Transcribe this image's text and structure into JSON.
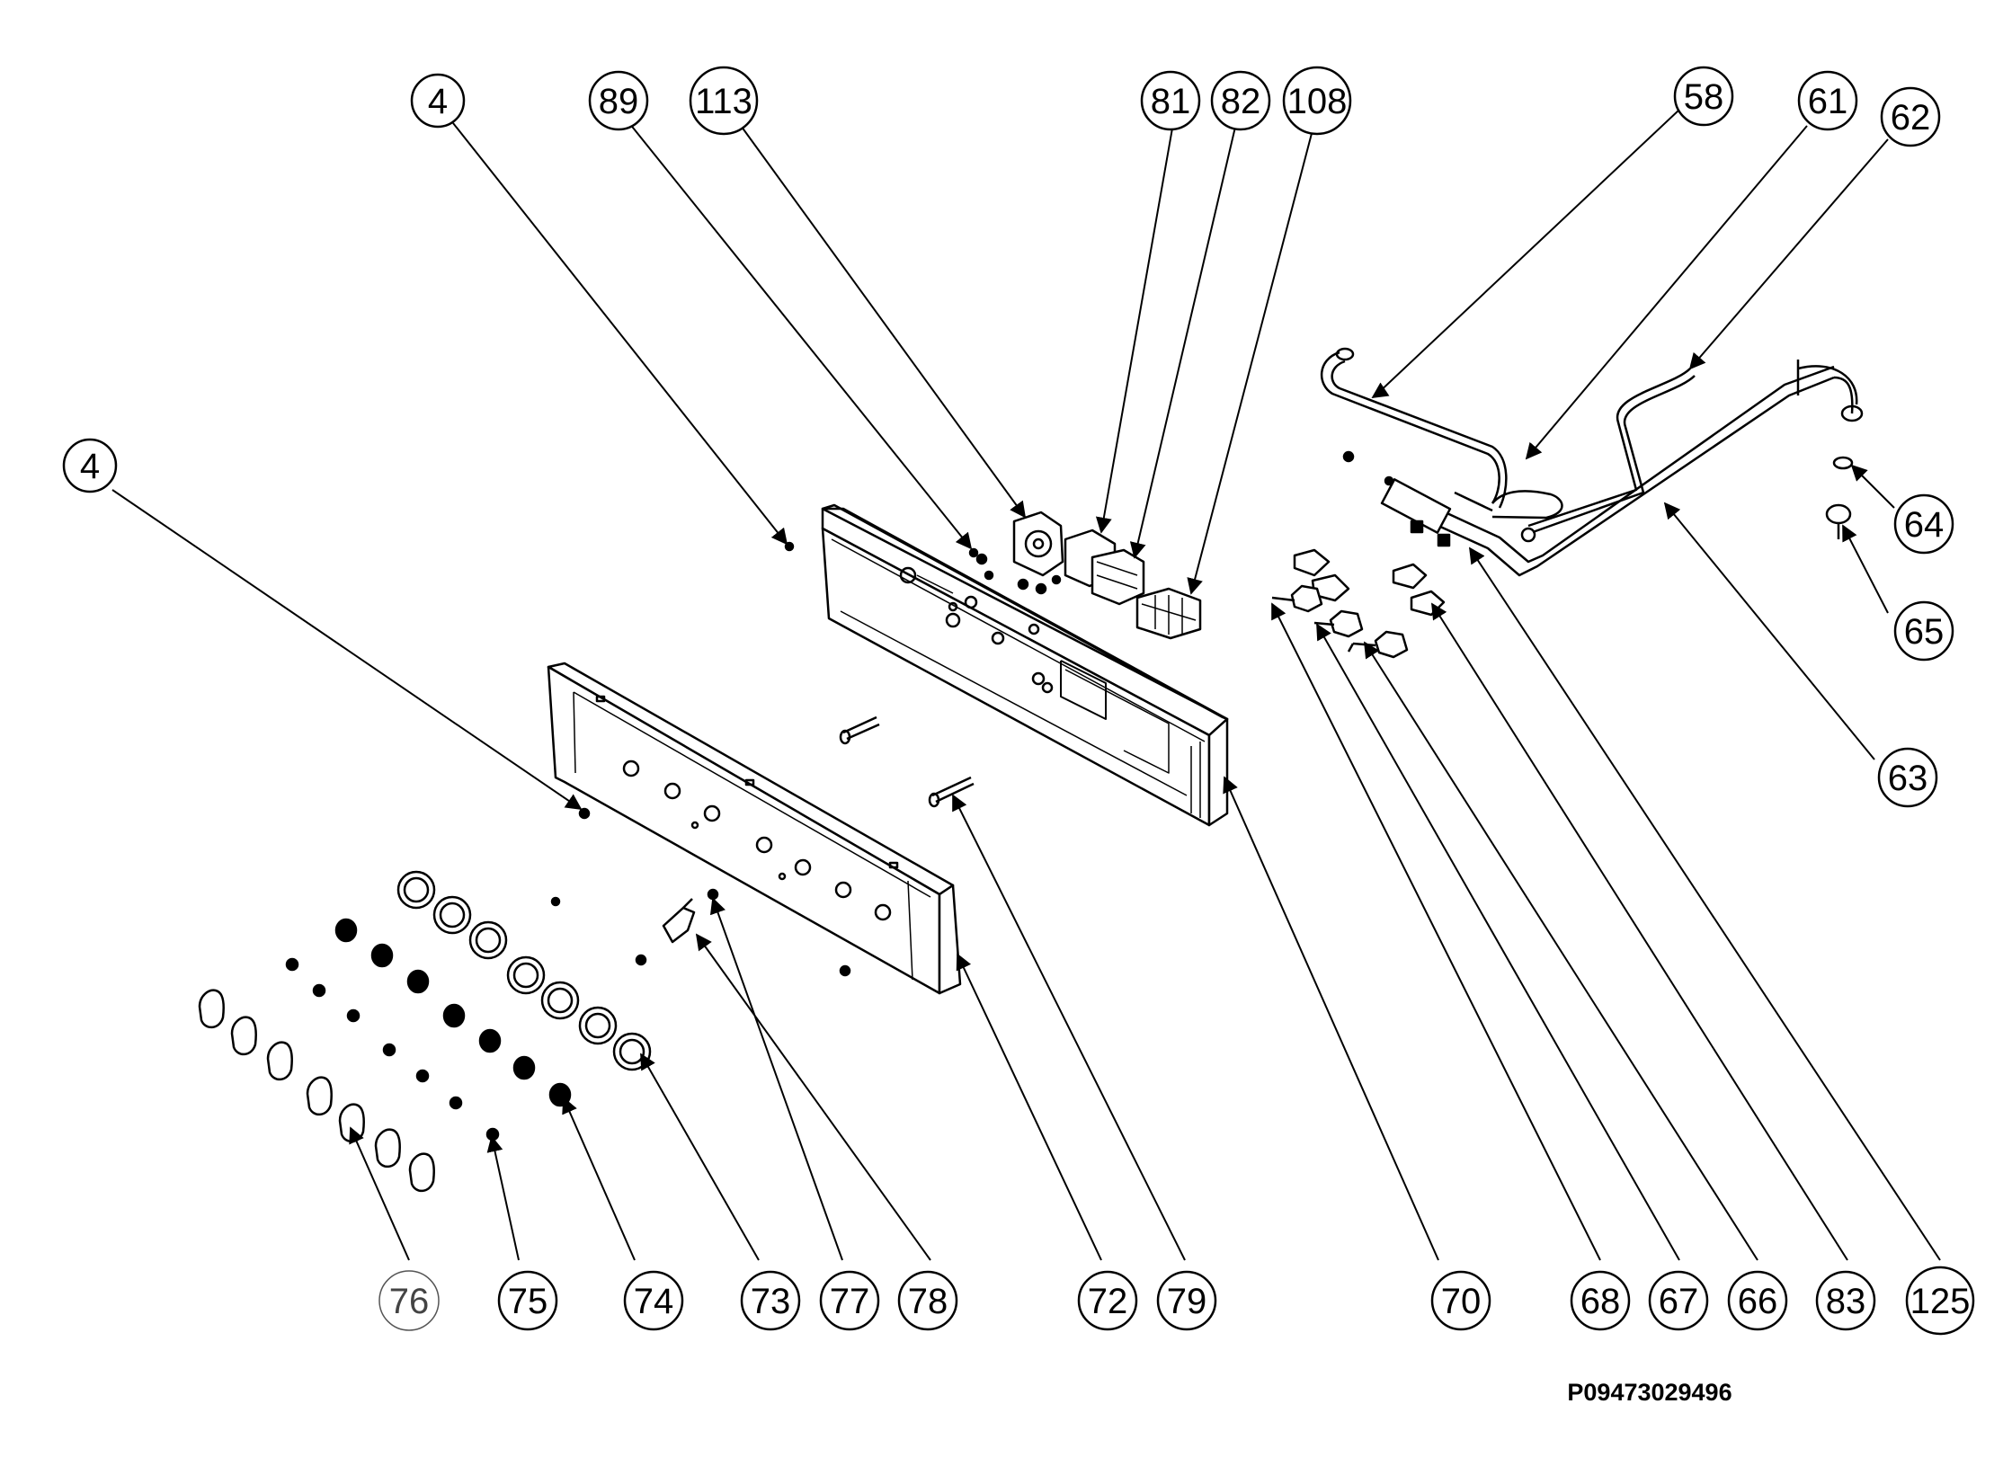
{
  "diagram": {
    "drawing_code": "P09473029496",
    "callouts": [
      {
        "id": "c4a",
        "label": "4"
      },
      {
        "id": "c89",
        "label": "89"
      },
      {
        "id": "c113",
        "label": "113"
      },
      {
        "id": "c81",
        "label": "81"
      },
      {
        "id": "c82",
        "label": "82"
      },
      {
        "id": "c108",
        "label": "108"
      },
      {
        "id": "c58",
        "label": "58"
      },
      {
        "id": "c61",
        "label": "61"
      },
      {
        "id": "c62",
        "label": "62"
      },
      {
        "id": "c4b",
        "label": "4"
      },
      {
        "id": "c64",
        "label": "64"
      },
      {
        "id": "c65",
        "label": "65"
      },
      {
        "id": "c63",
        "label": "63"
      },
      {
        "id": "c76",
        "label": "76"
      },
      {
        "id": "c75",
        "label": "75"
      },
      {
        "id": "c74",
        "label": "74"
      },
      {
        "id": "c73",
        "label": "73"
      },
      {
        "id": "c77",
        "label": "77"
      },
      {
        "id": "c78",
        "label": "78"
      },
      {
        "id": "c72",
        "label": "72"
      },
      {
        "id": "c79",
        "label": "79"
      },
      {
        "id": "c70",
        "label": "70"
      },
      {
        "id": "c68",
        "label": "68"
      },
      {
        "id": "c67",
        "label": "67"
      },
      {
        "id": "c66",
        "label": "66"
      },
      {
        "id": "c83",
        "label": "83"
      },
      {
        "id": "c125",
        "label": "125"
      }
    ]
  }
}
